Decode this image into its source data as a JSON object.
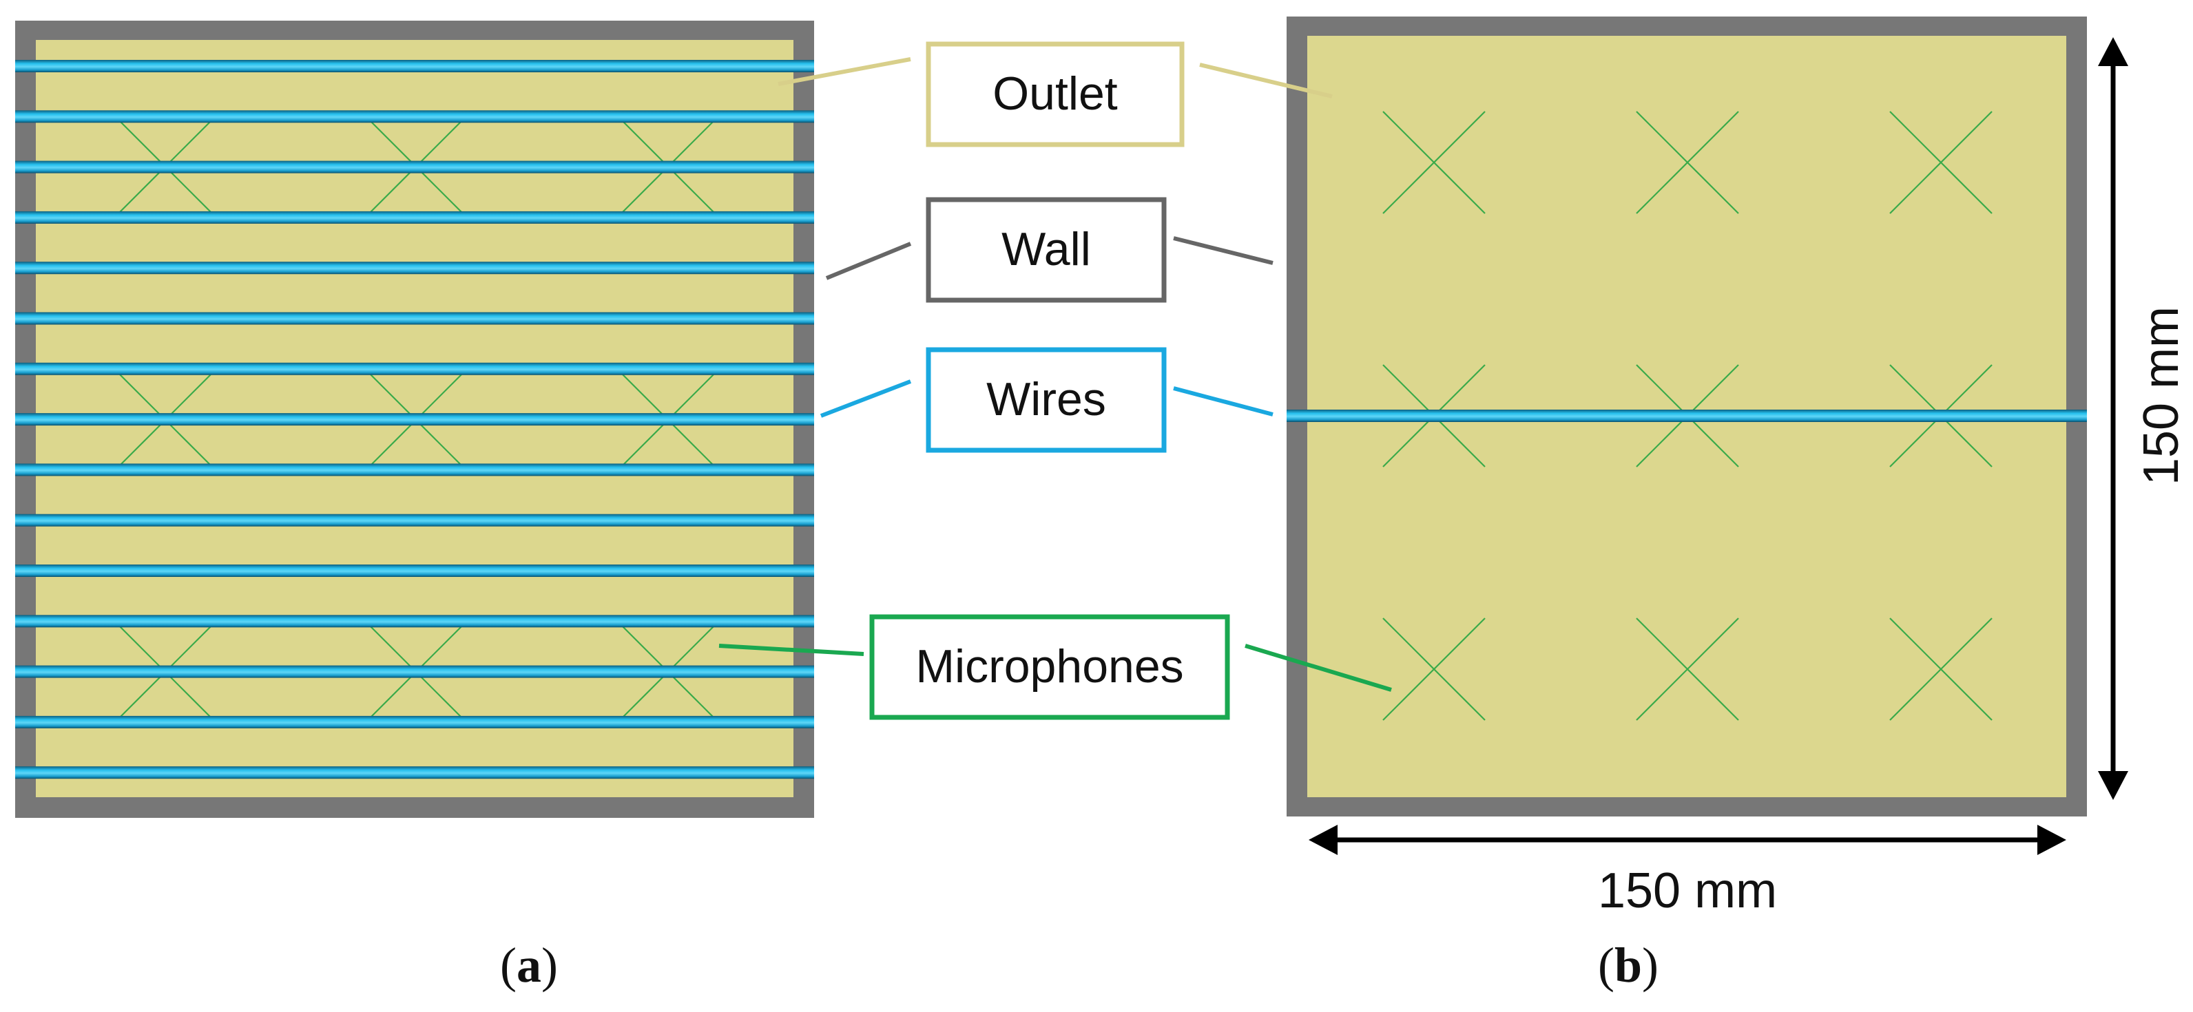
{
  "colors": {
    "wall": "#777777",
    "outlet": "#dcd78e",
    "wire": "#1aa8d8",
    "wire_dark": "#0d6f90",
    "microphone": "#3aaa4a",
    "outlet_box": "#d8cf8a",
    "wall_box": "#666666",
    "wires_box": "#1aa8e0",
    "microphones_box": "#1aa850",
    "arrow": "#000000"
  },
  "labels": {
    "outlet": "Outlet",
    "wall": "Wall",
    "wires": "Wires",
    "microphones": "Microphones"
  },
  "dimensions": {
    "width_label": "150 mm",
    "height_label": "150 mm"
  },
  "captions": {
    "a_open": "(",
    "a_letter": "a",
    "a_close": ")",
    "b_open": "(",
    "b_letter": "b",
    "b_close": ")"
  },
  "panel_a": {
    "wire_count": 15,
    "microphone_grid": "3x3"
  },
  "panel_b": {
    "wire_count": 1,
    "microphone_grid": "3x3"
  }
}
